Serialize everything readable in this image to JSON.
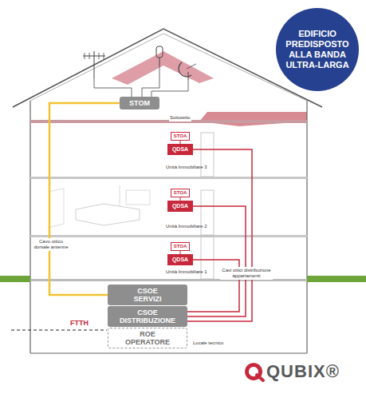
{
  "diagram": {
    "nodes": [
      {
        "text": [
          "EDIFICIO PREDISPOSTO ALLA BANDA ULTRA-LARGA"
        ]
      },
      {
        "text": [
          "STOM"
        ]
      },
      {
        "text": [
          "STOA"
        ]
      },
      {
        "text": [
          "QDSA"
        ]
      },
      {
        "text": [
          "STOA"
        ]
      },
      {
        "text": [
          "QDSA"
        ]
      },
      {
        "text": [
          "STOA"
        ]
      },
      {
        "text": [
          "QDSA"
        ]
      },
      {
        "text": [
          "CSOE SERVIZI"
        ]
      },
      {
        "text": [
          "CSOE DISTRIBUZIONE"
        ]
      },
      {
        "text": [
          "ROE OPERATORE"
        ]
      }
    ],
    "edges": [
      {
        "from": 1,
        "to": 8,
        "arrow": "none"
      },
      {
        "from": 3,
        "to": 2,
        "arrow": "none"
      },
      {
        "from": 5,
        "to": 4,
        "arrow": "none"
      },
      {
        "from": 7,
        "to": 6,
        "arrow": "none"
      },
      {
        "from": 9,
        "to": 3,
        "arrow": "none"
      },
      {
        "from": 9,
        "to": 5,
        "arrow": "none"
      },
      {
        "from": 9,
        "to": 7,
        "arrow": "none"
      }
    ],
    "labels": [
      "Sottotetto",
      "Unità Immobiliare 3",
      "Unità Immobiliare 2",
      "Unità Immobiliare 1",
      "Cavo ottico dorsale antenne",
      "Cavi ottici distribuzione appartamenti",
      "FTTH",
      "Locale tecnico",
      "QUBIX®"
    ]
  }
}
